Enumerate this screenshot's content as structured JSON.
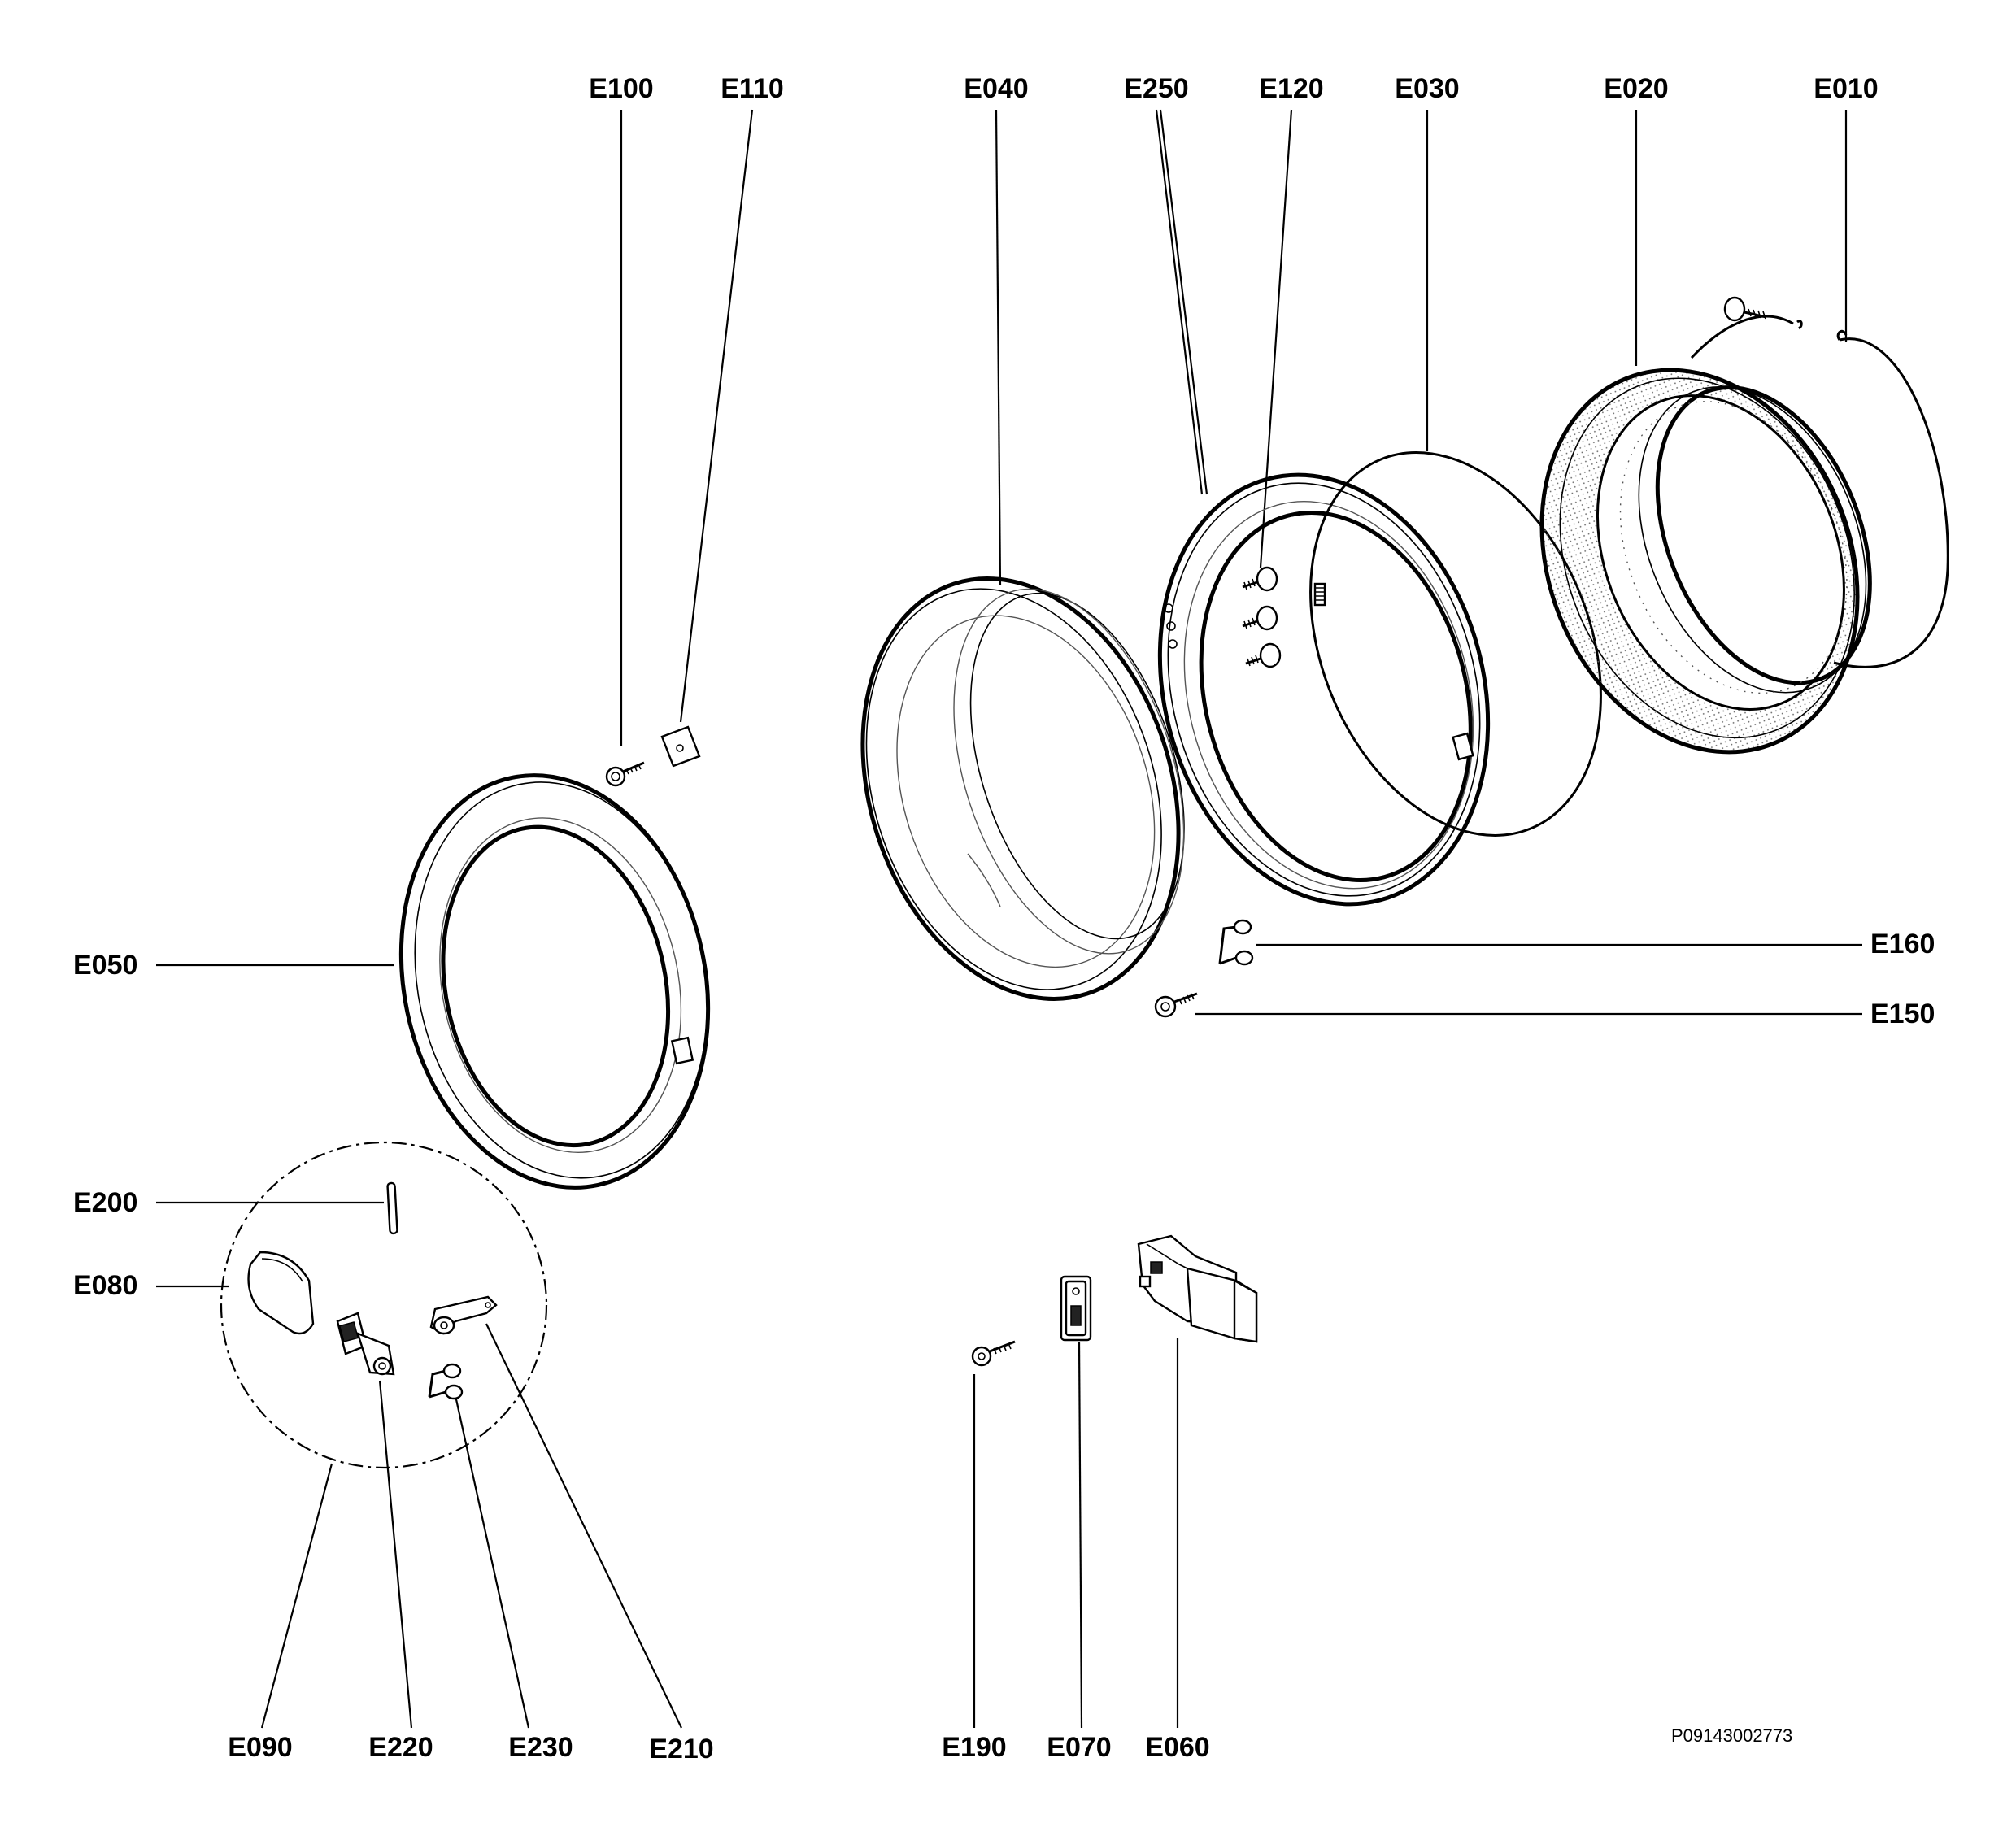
{
  "labels": {
    "E100": "E100",
    "E110": "E110",
    "E040": "E040",
    "E250": "E250",
    "E120": "E120",
    "E030": "E030",
    "E020": "E020",
    "E010": "E010",
    "E050": "E050",
    "E160": "E160",
    "E150": "E150",
    "E200": "E200",
    "E080": "E080",
    "E090": "E090",
    "E220": "E220",
    "E230": "E230",
    "E210": "E210",
    "E190": "E190",
    "E070": "E070",
    "E060": "E060"
  },
  "reference_code": "P09143002773"
}
